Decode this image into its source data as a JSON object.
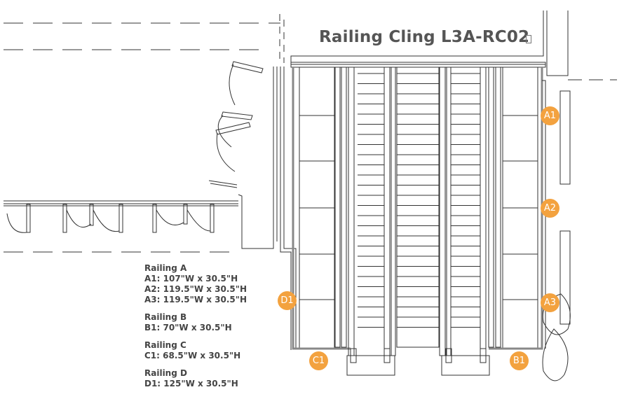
{
  "title": "Railing Cling L3A-RC02",
  "accent_color": "#f3a23f",
  "markers": [
    {
      "label": "A1"
    },
    {
      "label": "A2"
    },
    {
      "label": "A3"
    },
    {
      "label": "B1"
    },
    {
      "label": "C1"
    },
    {
      "label": "D1"
    }
  ],
  "specs": [
    {
      "title": "Railing A",
      "lines": [
        "A1: 107\"W x 30.5\"H",
        "A2: 119.5\"W x 30.5\"H",
        "A3: 119.5\"W x 30.5\"H"
      ]
    },
    {
      "title": "Railing B",
      "lines": [
        "B1: 70\"W x 30.5\"H"
      ]
    },
    {
      "title": "Railing C",
      "lines": [
        "C1: 68.5\"W x 30.5\"H"
      ]
    },
    {
      "title": "Railing D",
      "lines": [
        "D1: 125\"W x 30.5\"H"
      ]
    }
  ]
}
